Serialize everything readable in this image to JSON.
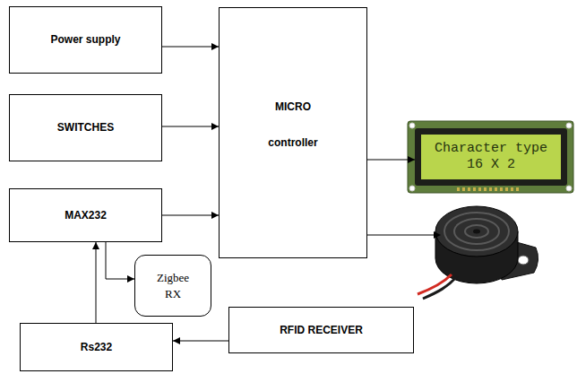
{
  "diagram": {
    "nodes": [
      {
        "text": [
          "Power supply"
        ]
      },
      {
        "text": [
          "MICRO controller"
        ]
      },
      {
        "text": [
          "Character type 16 X 2"
        ]
      },
      {
        "text": [
          "SWITCHES"
        ]
      },
      {
        "text": [
          "MAX232"
        ]
      },
      {
        "text": [
          "Zigbee RX"
        ]
      },
      {
        "text": [
          "Rs232"
        ]
      },
      {
        "text": [
          "RFID RECEIVER"
        ]
      }
    ],
    "edges": [
      {
        "from": 0,
        "to": 1,
        "arrow": "to"
      },
      {
        "from": 3,
        "to": 1,
        "arrow": "to"
      },
      {
        "from": 4,
        "to": 1,
        "arrow": "to"
      },
      {
        "from": 1,
        "to": 2,
        "arrow": "to"
      },
      {
        "from": 6,
        "to": 4,
        "arrow": "to"
      },
      {
        "from": 4,
        "to": 5,
        "arrow": "to"
      },
      {
        "from": 7,
        "to": 6,
        "arrow": "to"
      }
    ]
  }
}
